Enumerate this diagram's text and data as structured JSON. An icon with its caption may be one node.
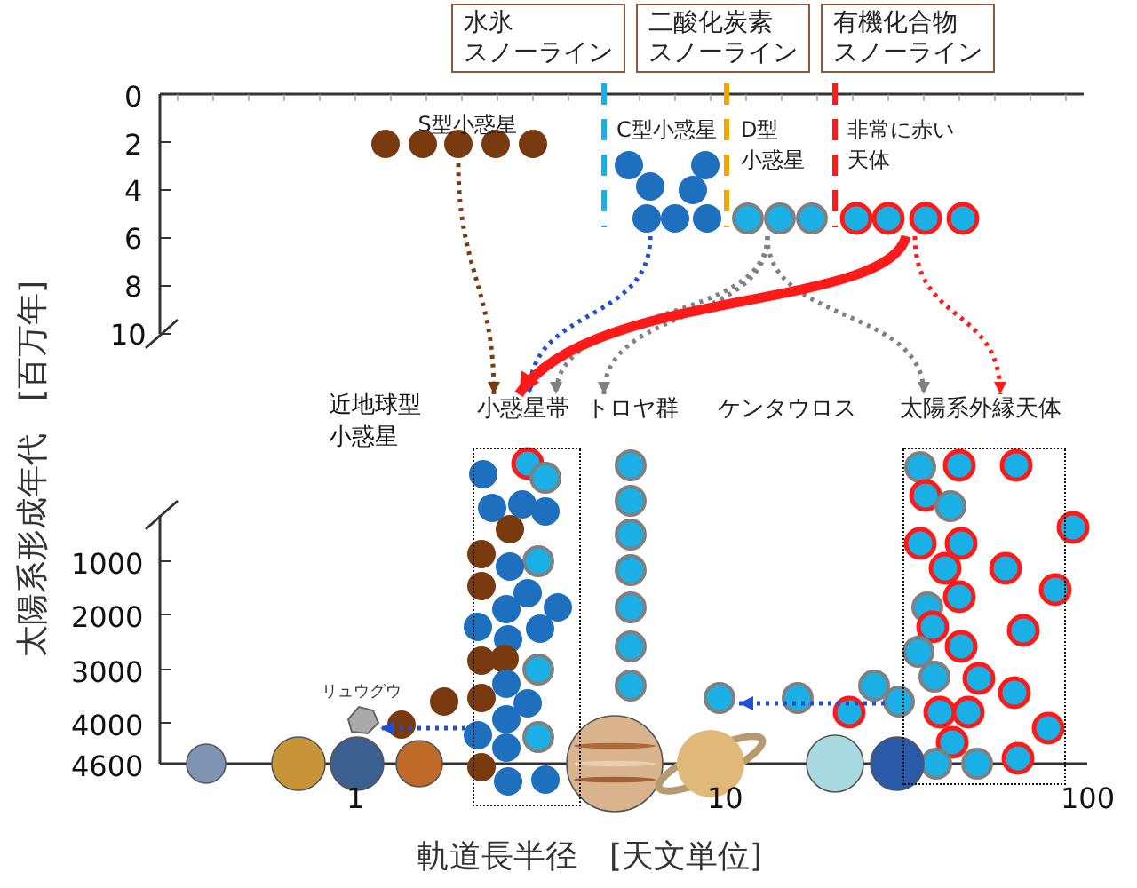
{
  "diagram": {
    "nodes": [
      {
        "text": [
          "水氷",
          "スノーライン"
        ]
      },
      {
        "text": [
          "二酸化炭素",
          "スノーライン"
        ]
      },
      {
        "text": [
          "有機化合物",
          "スノーライン"
        ]
      },
      {
        "text": [
          "S型小惑星"
        ]
      },
      {
        "text": [
          "C型小惑星"
        ]
      },
      {
        "text": [
          "D型",
          "小惑星"
        ]
      },
      {
        "text": [
          "非常に赤い",
          "天体"
        ]
      },
      {
        "text": [
          "小惑星帯"
        ]
      },
      {
        "text": [
          "トロヤ群"
        ]
      },
      {
        "text": [
          "ケンタウロス"
        ]
      },
      {
        "text": [
          "太陽系外縁天体"
        ]
      },
      {
        "text": [],
        "shape": "picture",
        "beside": [
          "リュウグウ"
        ]
      }
    ],
    "edges": [
      {
        "from": 3,
        "to": 7,
        "arrow": "to",
        "style": "dashed",
        "color": "#7a3a10"
      },
      {
        "from": 4,
        "to": 7,
        "arrow": "to",
        "style": "dashed",
        "color": "#2050d0"
      },
      {
        "from": 5,
        "to": 7,
        "arrow": "to",
        "style": "dashed",
        "color": "#808080"
      },
      {
        "from": 5,
        "to": 8,
        "arrow": "to",
        "style": "dashed",
        "color": "#808080"
      },
      {
        "from": 5,
        "to": 10,
        "arrow": "to",
        "style": "dashed",
        "color": "#808080"
      },
      {
        "from": 6,
        "to": 7,
        "arrow": "to",
        "style": "thick",
        "color": "#ff1a1a"
      },
      {
        "from": 6,
        "to": 10,
        "arrow": "to",
        "style": "dashed",
        "color": "#ff1a1a"
      },
      {
        "from": 7,
        "to": 11,
        "arrow": "to",
        "style": "dashed",
        "color": "#2050d0"
      }
    ],
    "labels": [
      "0",
      "2",
      "4",
      "6",
      "8",
      "10",
      "近地球型",
      "小惑星",
      "1000",
      "2000",
      "3000",
      "4000",
      "4600",
      "1",
      "10",
      "100",
      "太陽系形成年代　[百万年]",
      "軌道長半径　[天文単位]"
    ]
  }
}
